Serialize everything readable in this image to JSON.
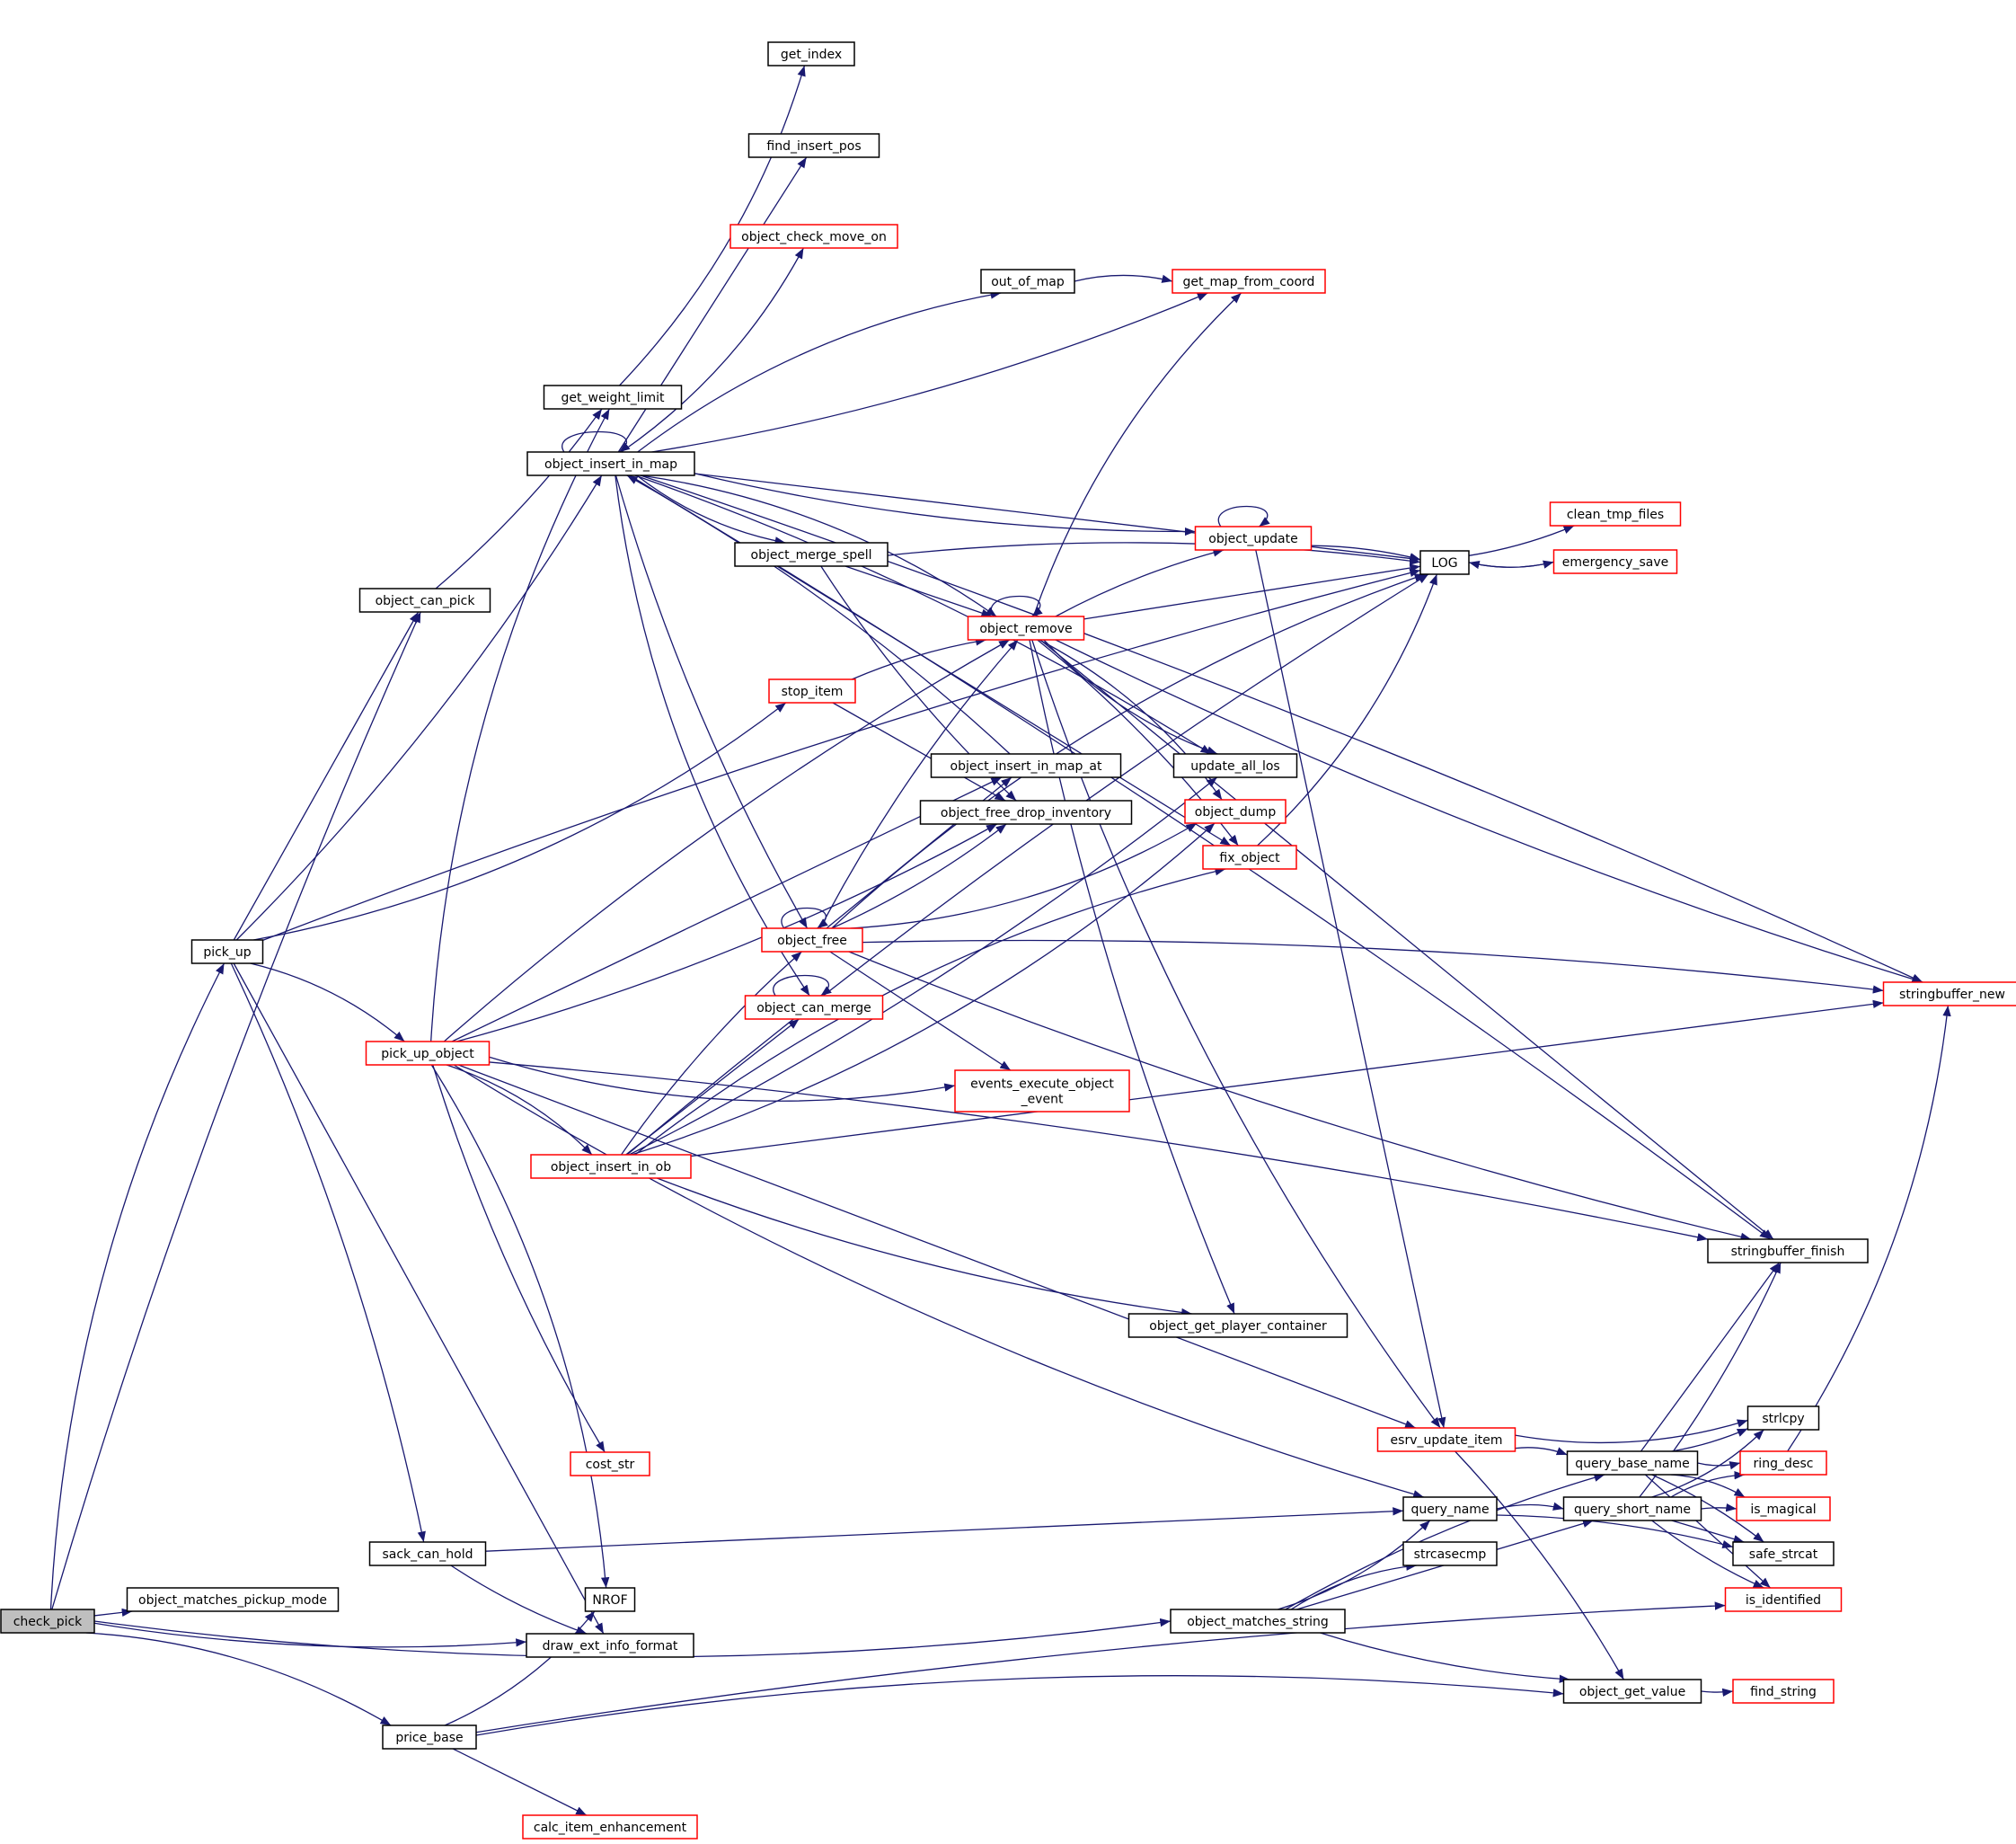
{
  "colors": {
    "edge": "#191970",
    "border_normal": "#000000",
    "border_truncated": "#ff0000",
    "root_fill": "#bfbfbf",
    "node_fill": "#ffffff",
    "text": "#000000"
  },
  "nodes": [
    {
      "id": "check_pick",
      "label": "check_pick",
      "type": "root"
    },
    {
      "id": "pick_up",
      "label": "pick_up",
      "type": "normal"
    },
    {
      "id": "object_matches_pickup_mode",
      "label": "object_matches_pickup_mode",
      "type": "normal"
    },
    {
      "id": "draw_ext_info_format",
      "label": "draw_ext_info_format",
      "type": "normal"
    },
    {
      "id": "price_base",
      "label": "price_base",
      "type": "normal"
    },
    {
      "id": "object_matches_string",
      "label": "object_matches_string",
      "type": "normal"
    },
    {
      "id": "object_can_pick",
      "label": "object_can_pick",
      "type": "normal"
    },
    {
      "id": "get_weight_limit",
      "label": "get_weight_limit",
      "type": "normal"
    },
    {
      "id": "get_index",
      "label": "get_index",
      "type": "normal"
    },
    {
      "id": "object_insert_in_map",
      "label": "object_insert_in_map",
      "type": "normal"
    },
    {
      "id": "find_insert_pos",
      "label": "find_insert_pos",
      "type": "normal"
    },
    {
      "id": "object_check_move_on",
      "label": "object_check_move_on",
      "type": "truncated"
    },
    {
      "id": "out_of_map",
      "label": "out_of_map",
      "type": "normal"
    },
    {
      "id": "get_map_from_coord",
      "label": "get_map_from_coord",
      "type": "truncated"
    },
    {
      "id": "object_merge_spell",
      "label": "object_merge_spell",
      "type": "normal"
    },
    {
      "id": "object_remove",
      "label": "object_remove",
      "type": "truncated"
    },
    {
      "id": "object_update",
      "label": "object_update",
      "type": "truncated"
    },
    {
      "id": "LOG",
      "label": "LOG",
      "type": "normal"
    },
    {
      "id": "clean_tmp_files",
      "label": "clean_tmp_files",
      "type": "truncated"
    },
    {
      "id": "emergency_save",
      "label": "emergency_save",
      "type": "truncated"
    },
    {
      "id": "stop_item",
      "label": "stop_item",
      "type": "truncated"
    },
    {
      "id": "object_insert_in_map_at",
      "label": "object_insert_in_map_at",
      "type": "normal"
    },
    {
      "id": "object_free_drop_inventory",
      "label": "object_free_drop_inventory",
      "type": "normal"
    },
    {
      "id": "update_all_los",
      "label": "update_all_los",
      "type": "normal"
    },
    {
      "id": "object_dump",
      "label": "object_dump",
      "type": "truncated"
    },
    {
      "id": "fix_object",
      "label": "fix_object",
      "type": "truncated"
    },
    {
      "id": "object_free",
      "label": "object_free",
      "type": "truncated"
    },
    {
      "id": "object_can_merge",
      "label": "object_can_merge",
      "type": "truncated"
    },
    {
      "id": "stringbuffer_new",
      "label": "stringbuffer_new",
      "type": "truncated"
    },
    {
      "id": "pick_up_object",
      "label": "pick_up_object",
      "type": "truncated"
    },
    {
      "id": "events_execute_object_event",
      "label": "events_execute_object\n_event",
      "type": "truncated"
    },
    {
      "id": "object_insert_in_ob",
      "label": "object_insert_in_ob",
      "type": "truncated"
    },
    {
      "id": "stringbuffer_finish",
      "label": "stringbuffer_finish",
      "type": "normal"
    },
    {
      "id": "object_get_player_container",
      "label": "object_get_player_container",
      "type": "normal"
    },
    {
      "id": "esrv_update_item",
      "label": "esrv_update_item",
      "type": "truncated"
    },
    {
      "id": "strlcpy",
      "label": "strlcpy",
      "type": "normal"
    },
    {
      "id": "query_base_name",
      "label": "query_base_name",
      "type": "normal"
    },
    {
      "id": "ring_desc",
      "label": "ring_desc",
      "type": "truncated"
    },
    {
      "id": "cost_str",
      "label": "cost_str",
      "type": "truncated"
    },
    {
      "id": "query_name",
      "label": "query_name",
      "type": "normal"
    },
    {
      "id": "query_short_name",
      "label": "query_short_name",
      "type": "normal"
    },
    {
      "id": "is_magical",
      "label": "is_magical",
      "type": "truncated"
    },
    {
      "id": "sack_can_hold",
      "label": "sack_can_hold",
      "type": "normal"
    },
    {
      "id": "safe_strcat",
      "label": "safe_strcat",
      "type": "normal"
    },
    {
      "id": "strcasecmp",
      "label": "strcasecmp",
      "type": "normal"
    },
    {
      "id": "NROF",
      "label": "NROF",
      "type": "normal"
    },
    {
      "id": "is_identified",
      "label": "is_identified",
      "type": "truncated"
    },
    {
      "id": "object_get_value",
      "label": "object_get_value",
      "type": "normal"
    },
    {
      "id": "find_string",
      "label": "find_string",
      "type": "truncated"
    },
    {
      "id": "calc_item_enhancement",
      "label": "calc_item_enhancement",
      "type": "truncated"
    }
  ],
  "edges": [
    [
      "check_pick",
      "pick_up"
    ],
    [
      "check_pick",
      "object_can_pick"
    ],
    [
      "check_pick",
      "object_matches_pickup_mode"
    ],
    [
      "check_pick",
      "draw_ext_info_format"
    ],
    [
      "check_pick",
      "object_matches_string"
    ],
    [
      "check_pick",
      "price_base"
    ],
    [
      "pick_up",
      "LOG"
    ],
    [
      "pick_up",
      "object_can_pick"
    ],
    [
      "pick_up",
      "object_insert_in_map"
    ],
    [
      "pick_up",
      "stop_item"
    ],
    [
      "pick_up",
      "pick_up_object"
    ],
    [
      "pick_up",
      "sack_can_hold"
    ],
    [
      "pick_up",
      "draw_ext_info_format"
    ],
    [
      "object_can_pick",
      "get_weight_limit"
    ],
    [
      "get_weight_limit",
      "get_index"
    ],
    [
      "object_insert_in_map",
      "object_insert_in_map"
    ],
    [
      "object_insert_in_map",
      "stringbuffer_new"
    ],
    [
      "object_insert_in_map",
      "find_insert_pos"
    ],
    [
      "object_insert_in_map",
      "get_map_from_coord"
    ],
    [
      "object_insert_in_map",
      "object_check_move_on"
    ],
    [
      "object_insert_in_map",
      "out_of_map"
    ],
    [
      "object_insert_in_map",
      "stringbuffer_finish"
    ],
    [
      "object_insert_in_map",
      "LOG"
    ],
    [
      "object_insert_in_map",
      "object_update"
    ],
    [
      "object_insert_in_map",
      "object_merge_spell"
    ],
    [
      "object_insert_in_map",
      "object_remove"
    ],
    [
      "object_insert_in_map",
      "update_all_los"
    ],
    [
      "object_insert_in_map",
      "fix_object"
    ],
    [
      "object_insert_in_map",
      "object_free"
    ],
    [
      "object_insert_in_map",
      "object_can_merge"
    ],
    [
      "out_of_map",
      "get_map_from_coord"
    ],
    [
      "object_merge_spell",
      "LOG"
    ],
    [
      "object_merge_spell",
      "object_remove"
    ],
    [
      "object_merge_spell",
      "object_free_drop_inventory"
    ],
    [
      "object_remove",
      "object_remove"
    ],
    [
      "object_remove",
      "get_map_from_coord"
    ],
    [
      "object_remove",
      "object_update"
    ],
    [
      "object_remove",
      "LOG"
    ],
    [
      "object_remove",
      "stringbuffer_new"
    ],
    [
      "object_remove",
      "update_all_los"
    ],
    [
      "object_remove",
      "object_dump"
    ],
    [
      "object_remove",
      "fix_object"
    ],
    [
      "object_remove",
      "stringbuffer_finish"
    ],
    [
      "object_remove",
      "object_get_player_container"
    ],
    [
      "object_remove",
      "esrv_update_item"
    ],
    [
      "object_update",
      "object_update"
    ],
    [
      "object_update",
      "LOG"
    ],
    [
      "object_update",
      "esrv_update_item"
    ],
    [
      "LOG",
      "clean_tmp_files"
    ],
    [
      "LOG",
      "emergency_save"
    ],
    [
      "emergency_save",
      "LOG"
    ],
    [
      "stop_item",
      "object_remove"
    ],
    [
      "stop_item",
      "object_free_drop_inventory"
    ],
    [
      "object_insert_in_map_at",
      "object_insert_in_map"
    ],
    [
      "fix_object",
      "LOG"
    ],
    [
      "object_free",
      "object_free"
    ],
    [
      "object_free",
      "object_remove"
    ],
    [
      "object_free",
      "object_insert_in_map_at"
    ],
    [
      "object_free",
      "object_free_drop_inventory"
    ],
    [
      "object_free",
      "object_dump"
    ],
    [
      "object_free",
      "LOG"
    ],
    [
      "object_free",
      "stringbuffer_new"
    ],
    [
      "object_free",
      "events_execute_object_event"
    ],
    [
      "object_free",
      "stringbuffer_finish"
    ],
    [
      "object_can_merge",
      "object_can_merge"
    ],
    [
      "pick_up_object",
      "get_weight_limit"
    ],
    [
      "pick_up_object",
      "object_remove"
    ],
    [
      "pick_up_object",
      "object_insert_in_map_at"
    ],
    [
      "pick_up_object",
      "object_free_drop_inventory"
    ],
    [
      "pick_up_object",
      "events_execute_object_event"
    ],
    [
      "pick_up_object",
      "object_insert_in_ob"
    ],
    [
      "pick_up_object",
      "stringbuffer_finish"
    ],
    [
      "pick_up_object",
      "esrv_update_item"
    ],
    [
      "pick_up_object",
      "cost_str"
    ],
    [
      "pick_up_object",
      "query_name"
    ],
    [
      "pick_up_object",
      "NROF"
    ],
    [
      "object_insert_in_ob",
      "object_free"
    ],
    [
      "object_insert_in_ob",
      "object_can_merge"
    ],
    [
      "object_insert_in_ob",
      "update_all_los"
    ],
    [
      "object_insert_in_ob",
      "object_dump"
    ],
    [
      "object_insert_in_ob",
      "fix_object"
    ],
    [
      "object_insert_in_ob",
      "LOG"
    ],
    [
      "object_insert_in_ob",
      "stringbuffer_new"
    ],
    [
      "object_insert_in_ob",
      "object_get_player_container"
    ],
    [
      "esrv_update_item",
      "strlcpy"
    ],
    [
      "esrv_update_item",
      "query_base_name"
    ],
    [
      "esrv_update_item",
      "object_get_value"
    ],
    [
      "query_base_name",
      "stringbuffer_finish"
    ],
    [
      "query_base_name",
      "strlcpy"
    ],
    [
      "query_base_name",
      "ring_desc"
    ],
    [
      "query_base_name",
      "is_magical"
    ],
    [
      "query_base_name",
      "safe_strcat"
    ],
    [
      "query_base_name",
      "is_identified"
    ],
    [
      "query_short_name",
      "stringbuffer_finish"
    ],
    [
      "query_short_name",
      "strlcpy"
    ],
    [
      "query_short_name",
      "ring_desc"
    ],
    [
      "query_short_name",
      "is_magical"
    ],
    [
      "query_short_name",
      "safe_strcat"
    ],
    [
      "query_short_name",
      "is_identified"
    ],
    [
      "ring_desc",
      "stringbuffer_new"
    ],
    [
      "query_name",
      "query_short_name"
    ],
    [
      "query_name",
      "safe_strcat"
    ],
    [
      "sack_can_hold",
      "query_name"
    ],
    [
      "sack_can_hold",
      "draw_ext_info_format"
    ],
    [
      "object_matches_string",
      "query_name"
    ],
    [
      "object_matches_string",
      "strcasecmp"
    ],
    [
      "object_matches_string",
      "query_base_name"
    ],
    [
      "object_matches_string",
      "query_short_name"
    ],
    [
      "object_matches_string",
      "object_get_value"
    ],
    [
      "price_base",
      "NROF"
    ],
    [
      "price_base",
      "object_get_value"
    ],
    [
      "price_base",
      "is_identified"
    ],
    [
      "price_base",
      "calc_item_enhancement"
    ],
    [
      "object_get_value",
      "find_string"
    ]
  ]
}
